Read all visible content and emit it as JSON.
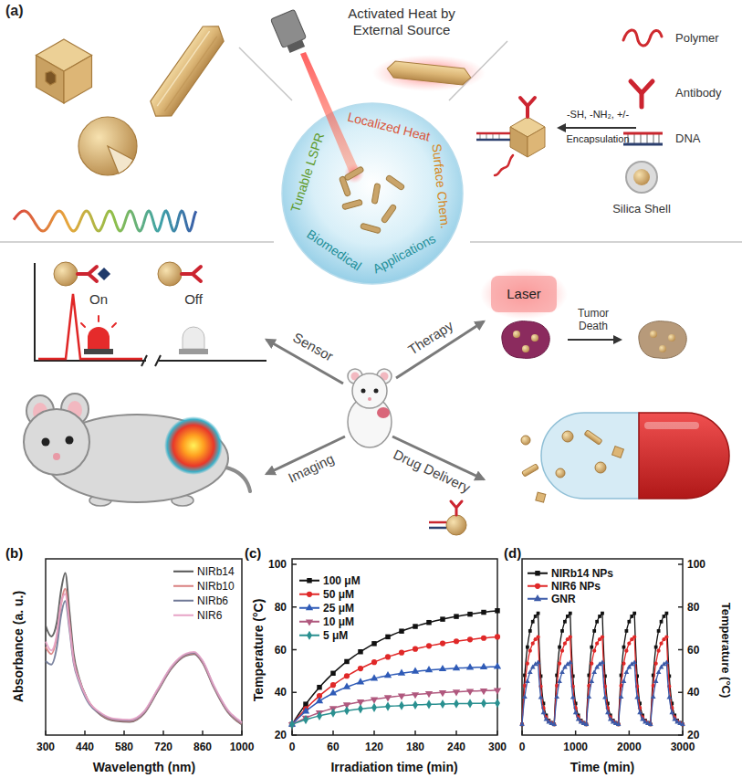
{
  "diagram": {
    "nodes": [
      {
        "text": [
          "Tunable LSPR",
          "Localized Heat",
          "Surface Chem.",
          "Biomedical",
          "Applications"
        ]
      }
    ],
    "labels": [
      "(a)",
      "Activated Heat by External Source",
      "Polymer",
      "Antibody",
      "DNA",
      "Silica Shell",
      "-SH, -NH₂, +/-",
      "Encapsulation",
      "On",
      "Off",
      "Sensor",
      "Therapy",
      "Laser",
      "Tumor Death",
      "Imaging",
      "Drug Delivery",
      "(b)",
      "Absorbance (a. u.)",
      "300",
      "440",
      "580",
      "720",
      "860",
      "1000",
      "Wavelength (nm)",
      "(c)",
      "Temperature (°C)",
      "100",
      "80",
      "60",
      "40",
      "20",
      "0",
      "60",
      "120",
      "180",
      "240",
      "300",
      "Irradiation time (min)",
      "(d)",
      "100",
      "80",
      "60",
      "40",
      "20",
      "0",
      "1000",
      "2000",
      "3000",
      "Time (min)",
      "Temperature (°C)"
    ],
    "legend": [
      {
        "text": "NIRb14"
      },
      {
        "text": "NIRb10"
      },
      {
        "text": "NIRb6"
      },
      {
        "text": "NIR6"
      },
      {
        "text": "100 μM"
      },
      {
        "text": "50 μM"
      },
      {
        "text": "25 μM"
      },
      {
        "text": "10 μM"
      },
      {
        "text": "5 μM"
      },
      {
        "text": "NIRb14 NPs"
      },
      {
        "text": "NIR6 NPs"
      },
      {
        "text": "GNR"
      }
    ]
  }
}
